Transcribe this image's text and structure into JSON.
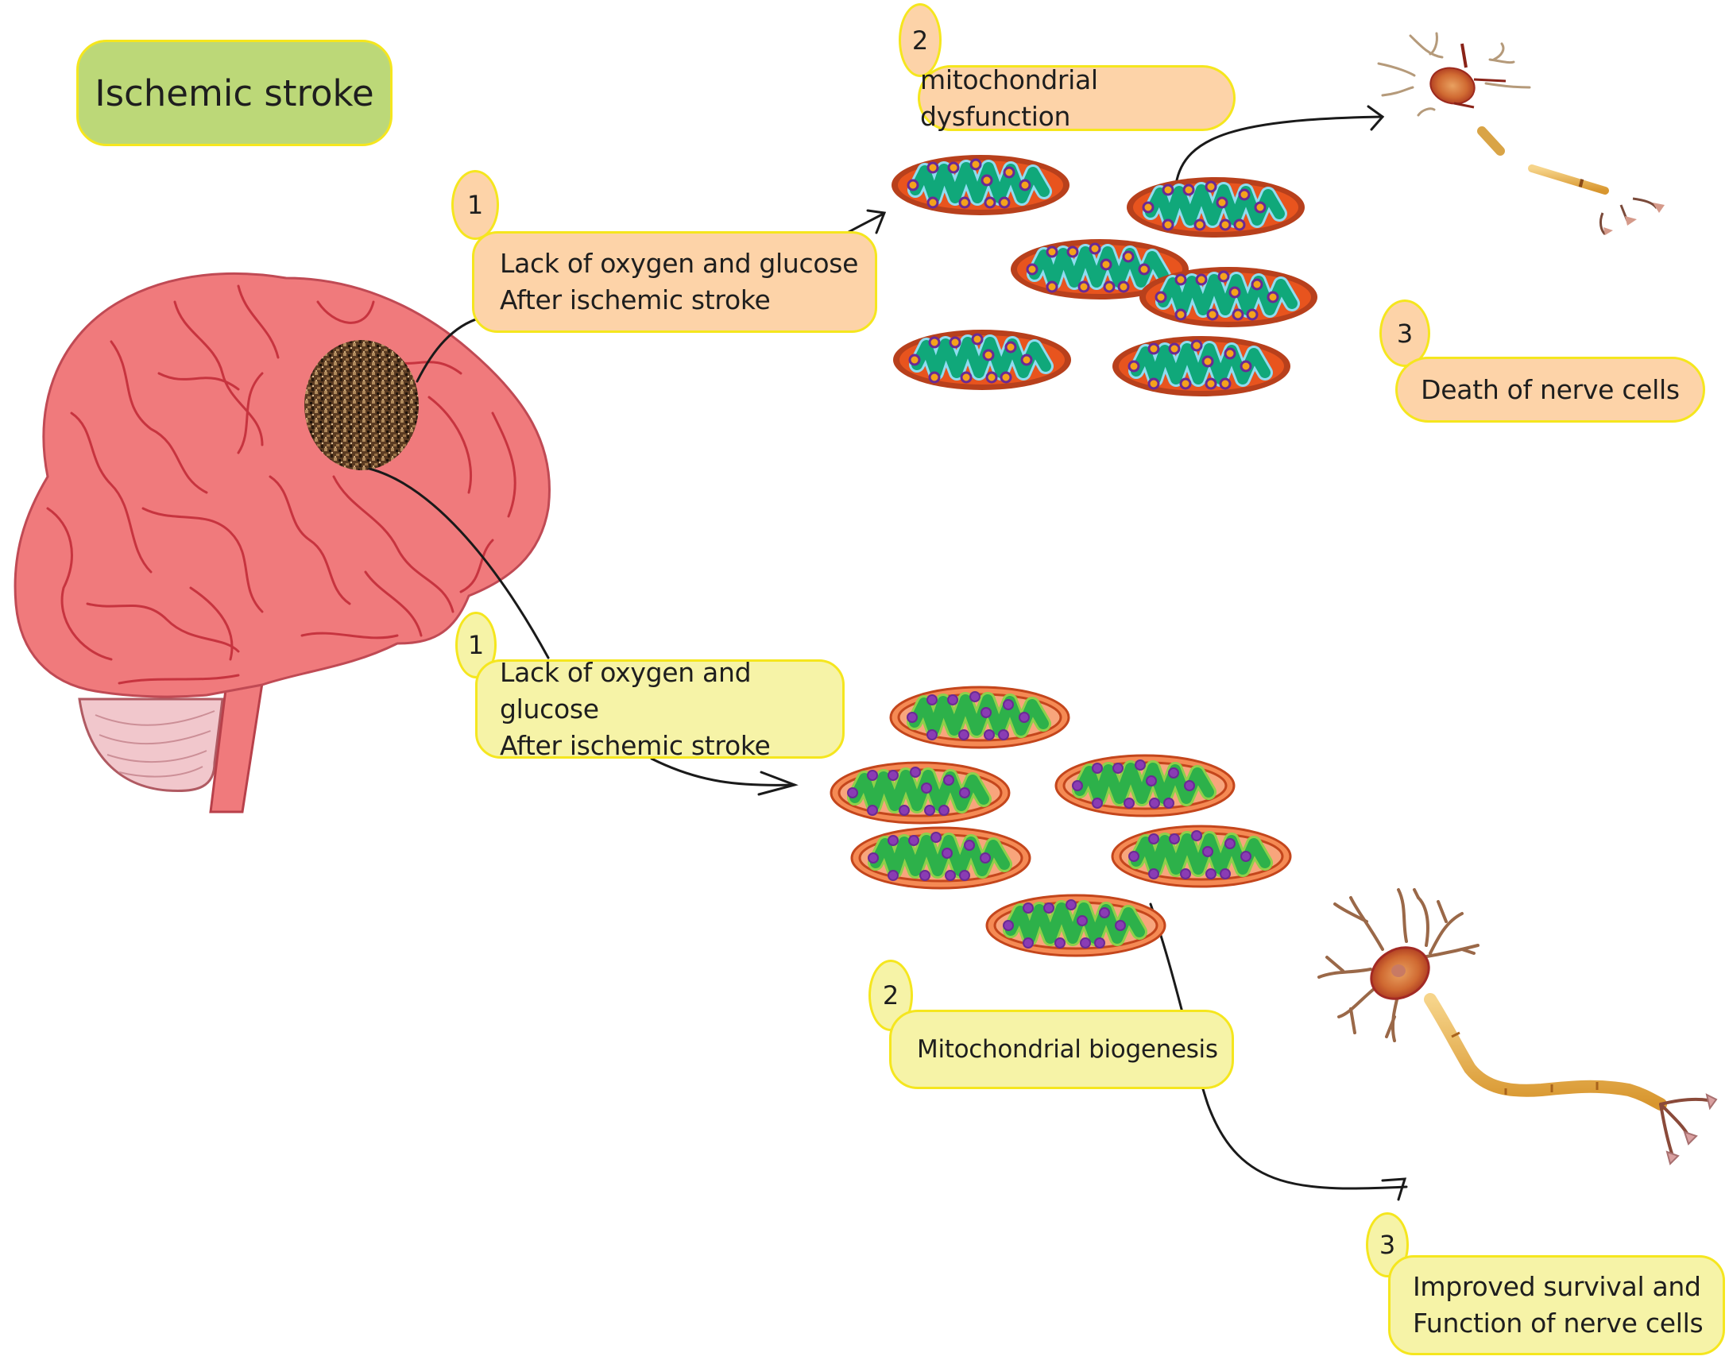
{
  "title": "Ischemic stroke",
  "colors": {
    "title_fill": "#bcd878",
    "pathway_negative_fill": "#fdd3a8",
    "pathway_positive_fill": "#f6f3a7",
    "box_border": "#f5e61e",
    "brain": "#f07a7c",
    "infarct": "#6b4a2a",
    "damaged_mito_outer": "#b8401c",
    "damaged_mito_inner": "#e8541e",
    "damaged_mito_cristae": "#10a87a",
    "healthy_mito_outer": "#c4461c",
    "healthy_mito_inner": "#f8a57c",
    "healthy_mito_cristae": "#2db14a",
    "arrow": "#1a1a1a"
  },
  "pathways": {
    "damage": {
      "steps": [
        {
          "number": "1",
          "label": "Lack of oxygen and glucose\nAfter ischemic stroke"
        },
        {
          "number": "2",
          "label": "mitochondrial dysfunction"
        },
        {
          "number": "3",
          "label": "Death of nerve cells"
        }
      ],
      "mitochondria_count": 6,
      "mitochondria_state": "damaged",
      "neuron_state": "fragmented"
    },
    "recovery": {
      "steps": [
        {
          "number": "1",
          "label": "Lack of oxygen and glucose\nAfter ischemic stroke"
        },
        {
          "number": "2",
          "label": "Mitochondrial biogenesis"
        },
        {
          "number": "3",
          "label": "Improved survival and\nFunction of nerve cells"
        }
      ],
      "mitochondria_count": 6,
      "mitochondria_state": "healthy",
      "neuron_state": "intact"
    }
  },
  "icons": {
    "brain": "brain-icon",
    "infarct": "infarct-lesion-icon",
    "mitochondrion": "mitochondrion-icon",
    "neuron": "neuron-icon",
    "arrow": "curved-arrow-icon"
  }
}
